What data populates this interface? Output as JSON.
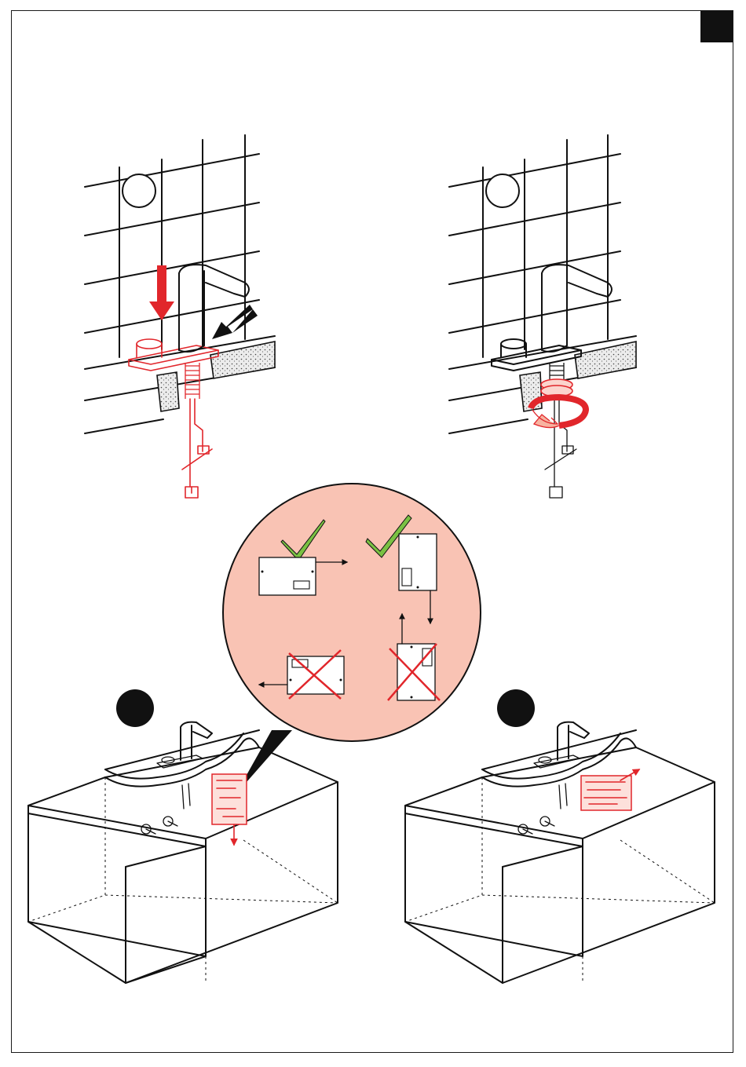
{
  "page": {
    "corner_tab": ""
  },
  "steps": [
    {
      "id": "step-1",
      "label": ""
    },
    {
      "id": "step-2",
      "label": ""
    },
    {
      "id": "step-3",
      "label": ""
    },
    {
      "id": "step-4",
      "label": ""
    }
  ],
  "colors": {
    "highlight_red": "#e1262b",
    "callout_fill": "#f9c3b4",
    "check_green": "#7ac143",
    "line": "#111111"
  },
  "icons": [
    "red-arrow-down-icon",
    "black-arrow-icon",
    "rotate-arrow-icon",
    "checkmark-icon",
    "cross-mark-icon"
  ]
}
